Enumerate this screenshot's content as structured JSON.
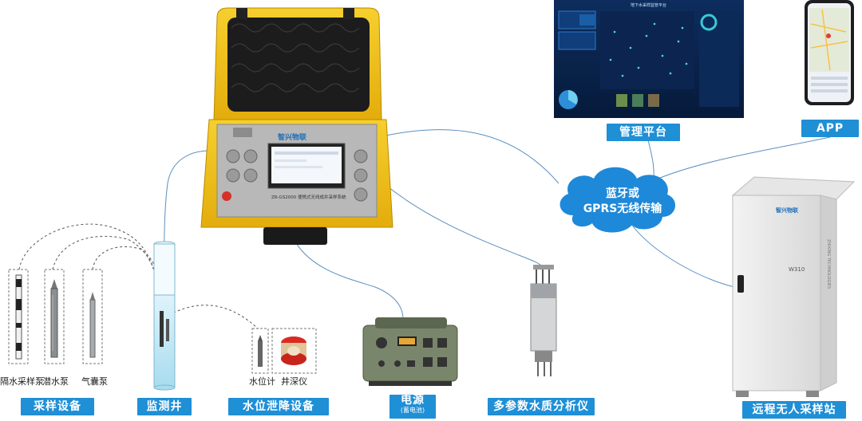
{
  "labels": {
    "sampling_equipment": "采样设备",
    "monitoring_well": "监测井",
    "water_level_equipment": "水位泄降设备",
    "power_title": "电源",
    "power_sub": "(蓄电池)",
    "analyzer": "多参数水质分析仪",
    "remote_station": "远程无人采样站",
    "platform": "管理平台",
    "app": "APP"
  },
  "devices": {
    "bladder_isolation_pump": "隔水采样泵",
    "submersible_pump": "潜水泵",
    "bladder_pump": "气囊泵",
    "water_level_meter": "水位计",
    "well_depth_meter": "井深仪"
  },
  "cloud": {
    "line1": "蓝牙或",
    "line2": "GPRS无线传输"
  },
  "controller": {
    "model_text": "ZR-GS2000 便携式无线成井采样系统",
    "brand": "智兴物联"
  },
  "station": {
    "brand": "智兴物联",
    "model": "W310",
    "side_text": "ZHIXING TECHNOLOGIES"
  },
  "platform_screen": {
    "title": "地下水采样监管平台"
  },
  "colors": {
    "accent_blue": "#1f8fd6",
    "case_yellow": "#f2c21b",
    "cloud_blue": "#1e88d9"
  }
}
